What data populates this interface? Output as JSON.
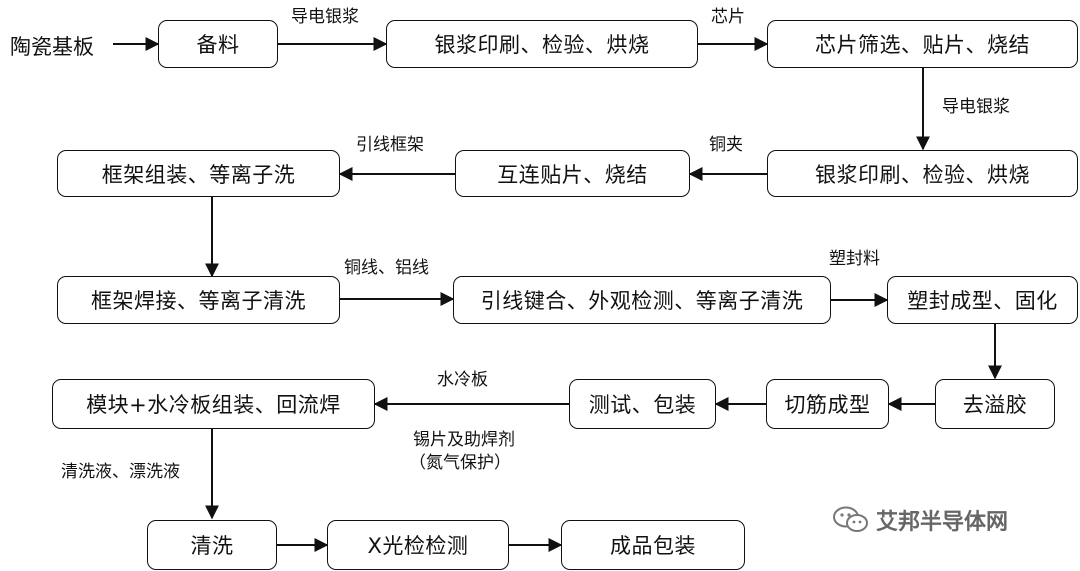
{
  "start": "陶瓷基板",
  "nodes": {
    "n1": "备料",
    "n2": "银浆印刷、检验、烘烧",
    "n3": "芯片筛选、贴片、烧结",
    "n4": "银浆印刷、检验、烘烧",
    "n5": "互连贴片、烧结",
    "n6": "框架组装、等离子洗",
    "n7": "框架焊接、等离子清洗",
    "n8": "引线键合、外观检测、等离子清洗",
    "n9": "塑封成型、固化",
    "n10": "去溢胶",
    "n11": "切筋成型",
    "n12": "测试、包装",
    "n13": "模块+水冷板组装、回流焊",
    "n14": "清洗",
    "n15": "X光检检测",
    "n16": "成品包装"
  },
  "labels": {
    "l1": "导电银浆",
    "l2": "芯片",
    "l3": "导电银浆",
    "l4": "铜夹",
    "l5": "引线框架",
    "l6": "铜线、铝线",
    "l7": "塑封料",
    "l8": "水冷板",
    "l9a": "锡片及助焊剂",
    "l9b": "（氮气保护）",
    "l10": "清洗液、漂洗液"
  },
  "watermark": "艾邦半导体网"
}
